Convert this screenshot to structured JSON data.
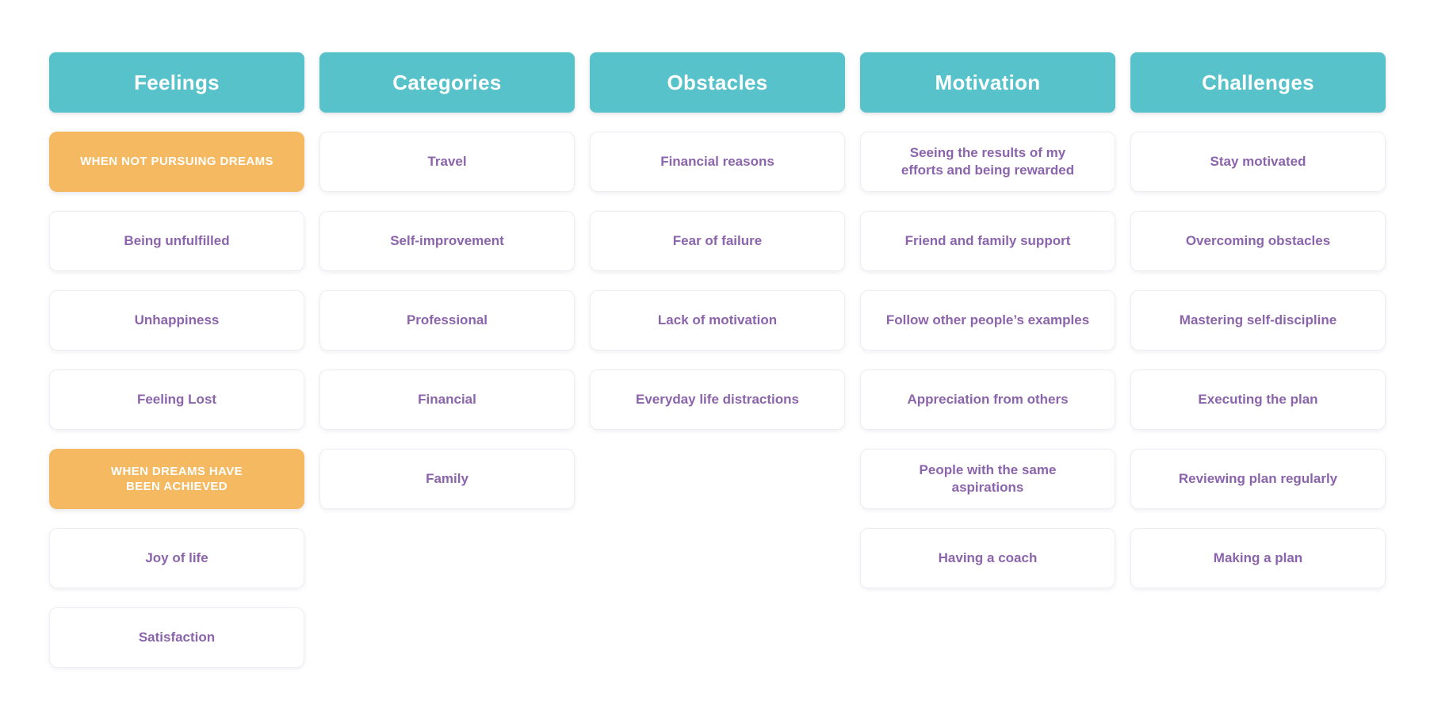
{
  "board": {
    "columns": [
      {
        "title": "Feelings",
        "cards": [
          {
            "label": "WHEN NOT PURSUING DREAMS",
            "style": "highlight"
          },
          {
            "label": "Being unfulfilled",
            "style": "normal"
          },
          {
            "label": "Unhappiness",
            "style": "normal"
          },
          {
            "label": "Feeling Lost",
            "style": "normal"
          },
          {
            "label": "WHEN DREAMS HAVE\nBEEN ACHIEVED",
            "style": "highlight"
          },
          {
            "label": "Joy of life",
            "style": "normal"
          },
          {
            "label": "Satisfaction",
            "style": "normal"
          }
        ]
      },
      {
        "title": "Categories",
        "cards": [
          {
            "label": "Travel",
            "style": "normal"
          },
          {
            "label": "Self-improvement",
            "style": "normal"
          },
          {
            "label": "Professional",
            "style": "normal"
          },
          {
            "label": "Financial",
            "style": "normal"
          },
          {
            "label": "Family",
            "style": "normal"
          }
        ]
      },
      {
        "title": "Obstacles",
        "cards": [
          {
            "label": "Financial reasons",
            "style": "normal"
          },
          {
            "label": "Fear of failure",
            "style": "normal"
          },
          {
            "label": "Lack of motivation",
            "style": "normal"
          },
          {
            "label": "Everyday life distractions",
            "style": "normal"
          }
        ]
      },
      {
        "title": "Motivation",
        "cards": [
          {
            "label": "Seeing the results of my\nefforts and being rewarded",
            "style": "normal"
          },
          {
            "label": "Friend and family support",
            "style": "normal"
          },
          {
            "label": "Follow other people’s examples",
            "style": "normal"
          },
          {
            "label": "Appreciation from others",
            "style": "normal"
          },
          {
            "label": "People with the same\naspirations",
            "style": "normal"
          },
          {
            "label": "Having a coach",
            "style": "normal"
          }
        ]
      },
      {
        "title": "Challenges",
        "cards": [
          {
            "label": "Stay motivated",
            "style": "normal"
          },
          {
            "label": "Overcoming obstacles",
            "style": "normal"
          },
          {
            "label": "Mastering self-discipline",
            "style": "normal"
          },
          {
            "label": "Executing the plan",
            "style": "normal"
          },
          {
            "label": "Reviewing plan regularly",
            "style": "normal"
          },
          {
            "label": "Making a plan",
            "style": "normal"
          }
        ]
      }
    ]
  },
  "colors": {
    "header_bg": "#57c2ca",
    "header_text": "#ffffff",
    "highlight_bg": "#f4b961",
    "highlight_text": "#ffffff",
    "card_bg": "#ffffff",
    "card_text": "#8b64ac"
  }
}
